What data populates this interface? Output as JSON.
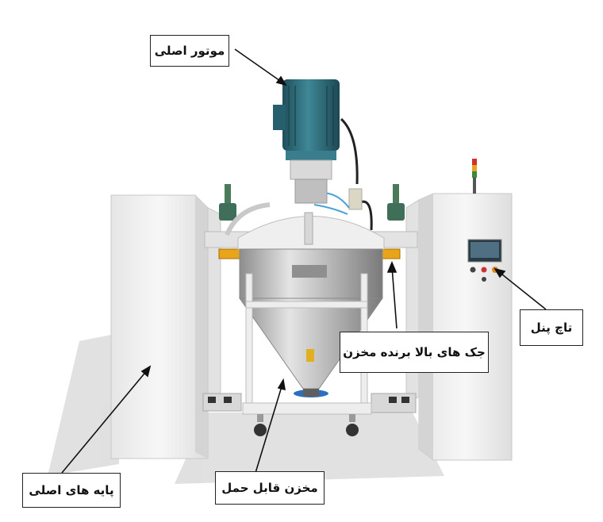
{
  "labels": {
    "main_motor": "موتور اصلی",
    "touch_panel": "تاچ پنل",
    "lifting_jacks": "جک های بالا برنده مخزن",
    "main_legs": "پایه های اصلی",
    "portable_tank": "مخزن قابل حمل"
  },
  "colors": {
    "frame": "#f1f1f1",
    "frame_shade": "#dcdcdc",
    "motor": "#2f6f7e",
    "steel": "#b9b9b9",
    "bracket": "#e8a51a",
    "shadow": "#d6d6d6"
  },
  "icons": {
    "signal_tower": "signal-tower-icon"
  }
}
